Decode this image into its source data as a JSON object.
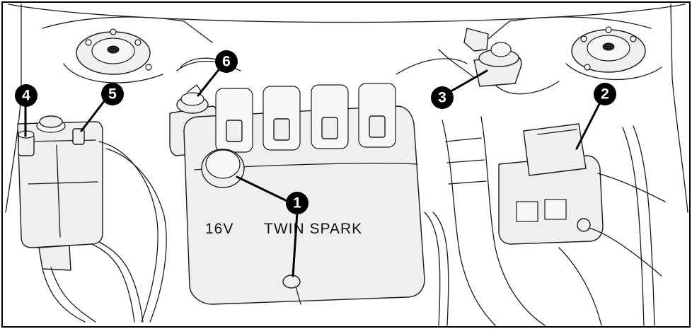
{
  "engine_cover": {
    "text_displacement": "16V",
    "text_model": "TWIN SPARK"
  },
  "callouts": [
    {
      "id": "1",
      "label": "1"
    },
    {
      "id": "2",
      "label": "2"
    },
    {
      "id": "3",
      "label": "3"
    },
    {
      "id": "4",
      "label": "4"
    },
    {
      "id": "5",
      "label": "5"
    },
    {
      "id": "6",
      "label": "6"
    }
  ],
  "colors": {
    "line": "#1a1a1a",
    "fill": "#efefef",
    "callout": "#000000",
    "background": "#ffffff"
  }
}
